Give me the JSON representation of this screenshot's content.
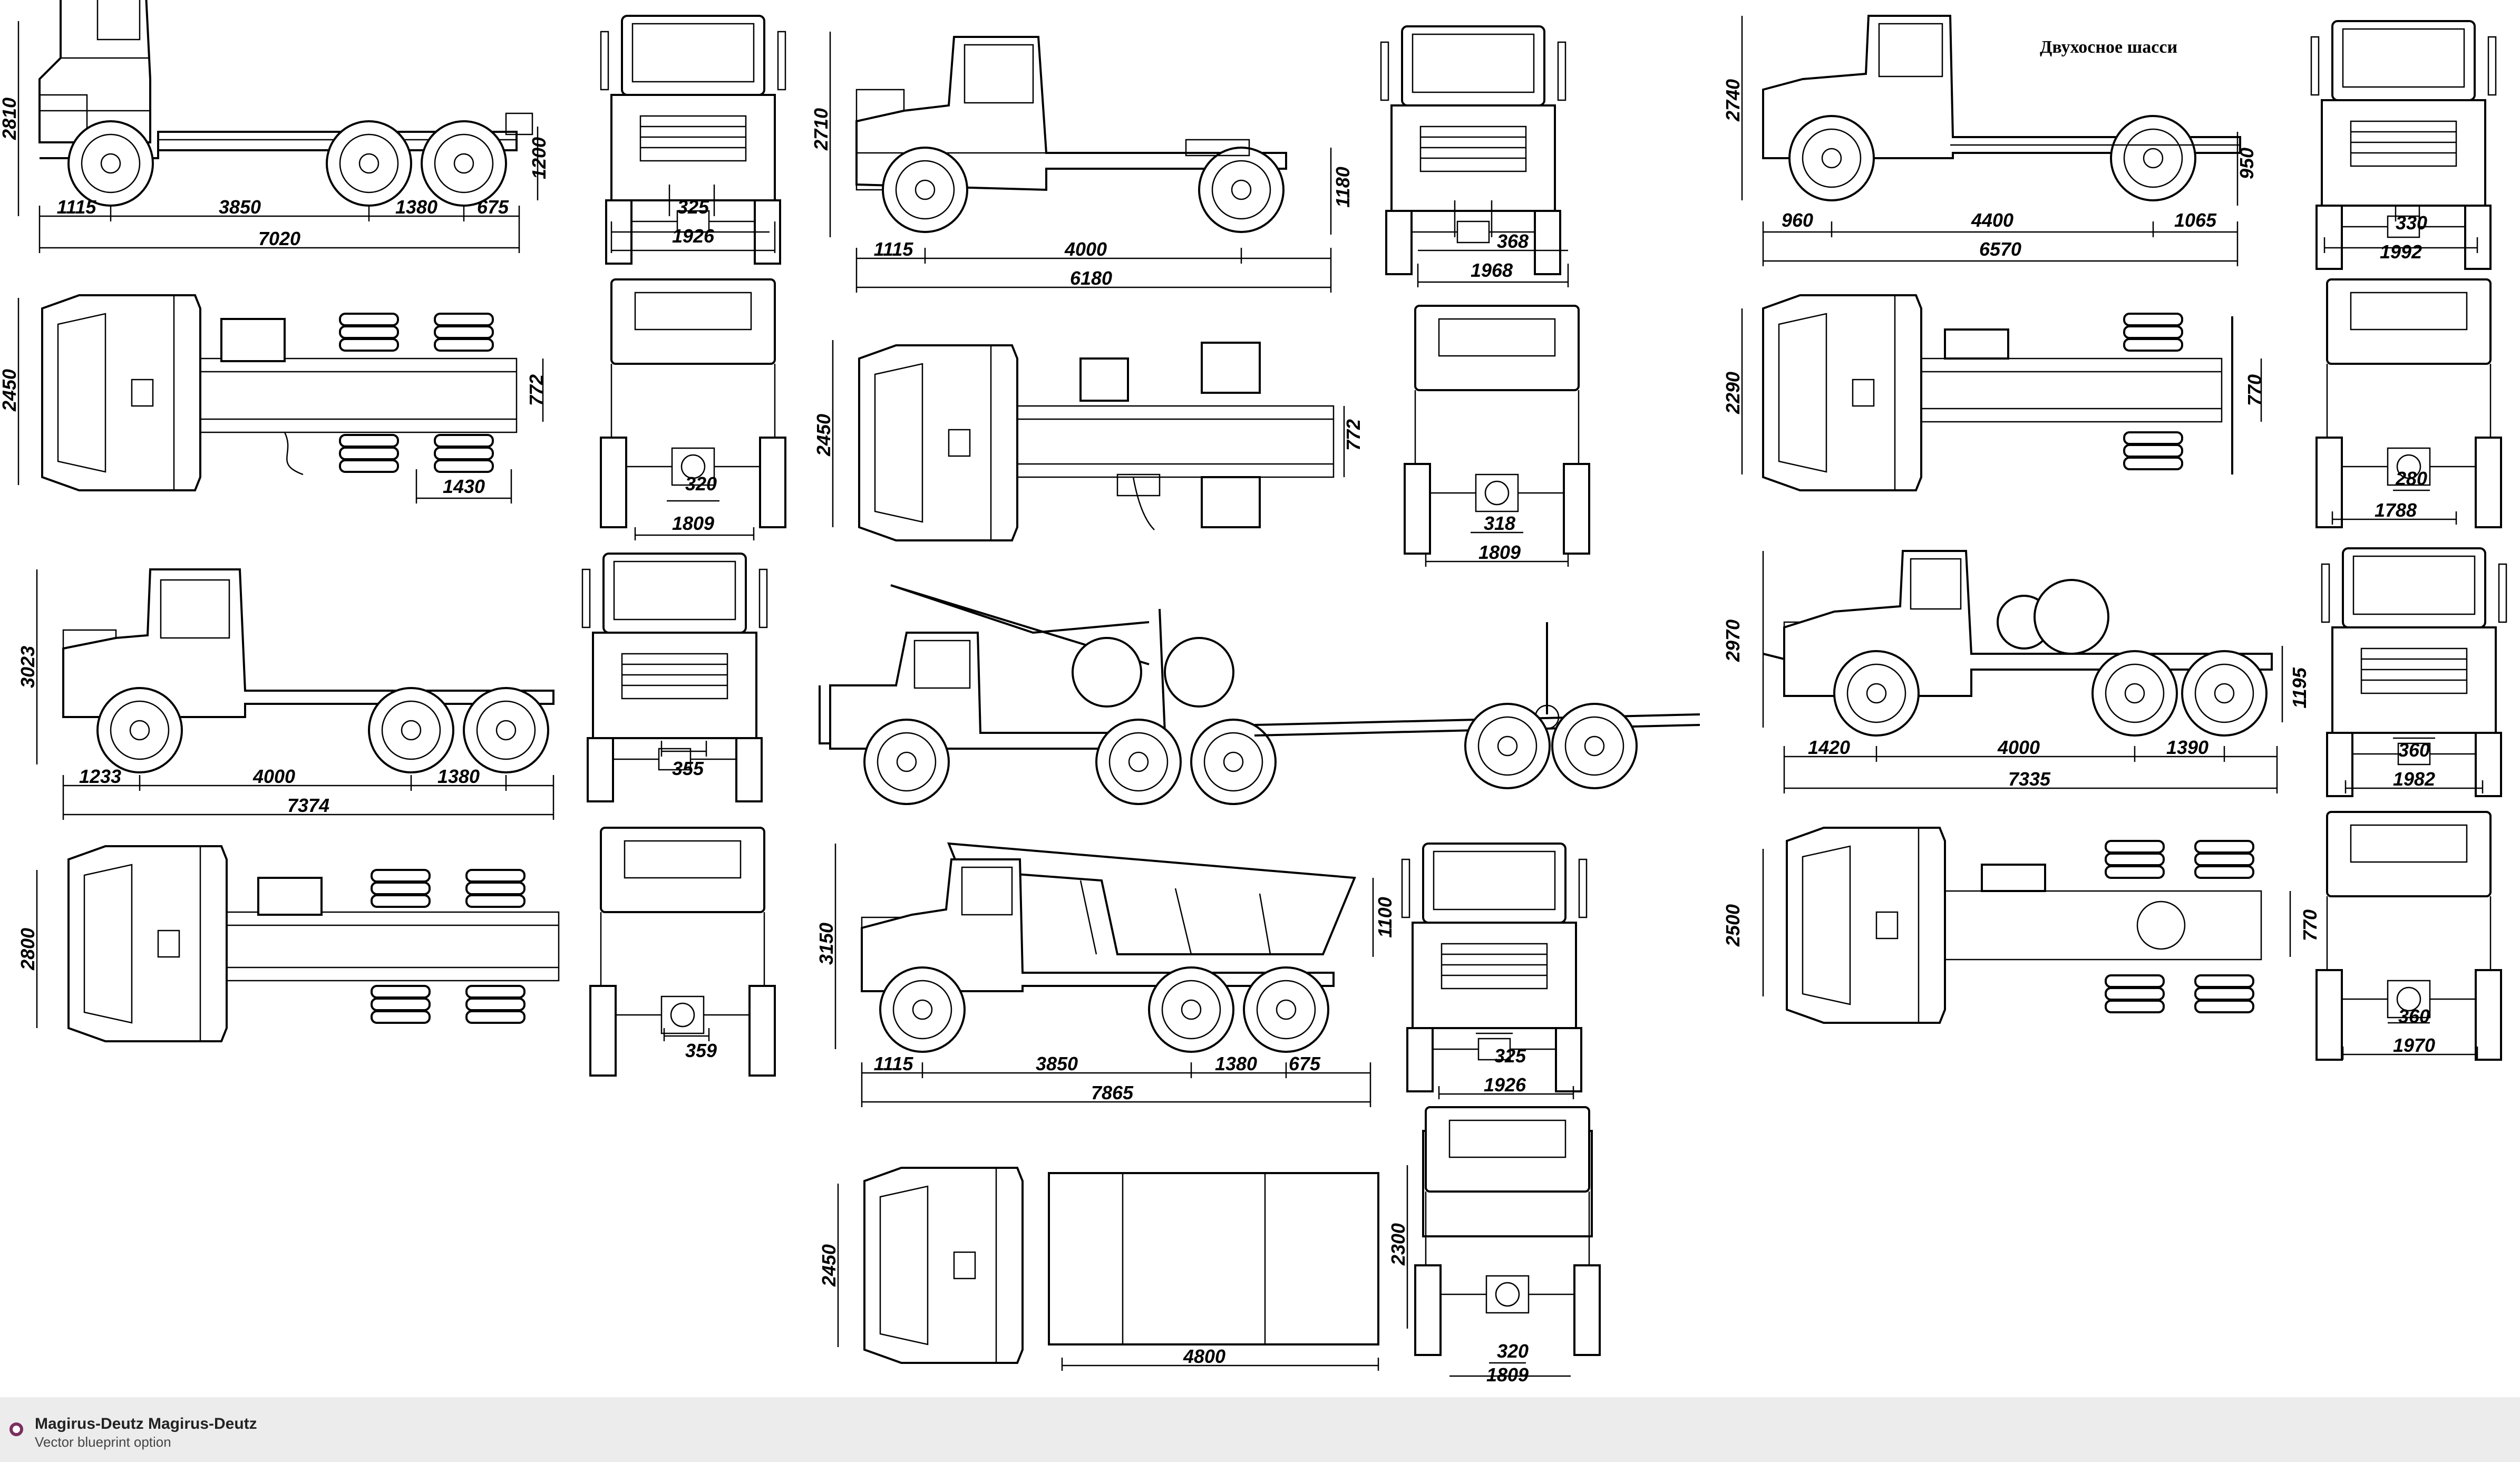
{
  "caption": "Двухосное шасси",
  "footer": {
    "title": "Magirus-Deutz Magirus-Deutz",
    "subtitle": "Vector blueprint option"
  },
  "dims": {
    "tractor_6x4": {
      "height": "2810",
      "fifth_wheel": "1200",
      "front": "1115",
      "wheelbase": "3850",
      "rear_span": "1380",
      "rear_overhang": "675",
      "length": "7020",
      "front_track_inner": "325",
      "front_width": "1926",
      "top_width": "2450",
      "top_frame": "772",
      "top_rear": "1430",
      "rear_inner": "320",
      "rear_width": "1809"
    },
    "tractor_4x2": {
      "height": "2710",
      "fifth_wheel": "1180",
      "front": "1115",
      "wheelbase": "4000",
      "length": "6180",
      "front_inner": "368",
      "front_width": "1968",
      "top_width": "2450",
      "top_frame": "772",
      "rear_inner": "318",
      "rear_width": "1809"
    },
    "chassis_6x4": {
      "height": "3023",
      "front": "1233",
      "wheelbase": "4000",
      "rear_span": "1380",
      "length": "7374",
      "front_inner": "355",
      "top_width": "2800",
      "rear_inner": "359"
    },
    "dump_truck": {
      "height": "3150",
      "box_height": "1100",
      "front": "1115",
      "wheelbase": "3850",
      "rear_span": "1380",
      "rear_overhang": "675",
      "length": "7865",
      "front_inner": "325",
      "front_width": "1926"
    },
    "dump_top": {
      "width": "2450",
      "rear_height": "2300",
      "box_length": "4800",
      "rear_inner": "320",
      "rear_width": "1809"
    },
    "two_axle": {
      "height": "2740",
      "frame": "950",
      "front": "960",
      "wheelbase": "4400",
      "rear_overhang": "1065",
      "length": "6570",
      "front_inner": "330",
      "front_width": "1992",
      "top_width": "2290",
      "top_frame": "770",
      "rear_inner": "280",
      "rear_width": "1788"
    },
    "heavy_tractor": {
      "height": "2970",
      "frame": "1195",
      "front": "1420",
      "wheelbase": "4000",
      "rear_span": "1390",
      "length": "7335",
      "front_inner": "360",
      "front_width": "1982",
      "top_width": "2500",
      "top_frame": "770",
      "rear_inner": "360",
      "rear_width": "1970"
    }
  }
}
